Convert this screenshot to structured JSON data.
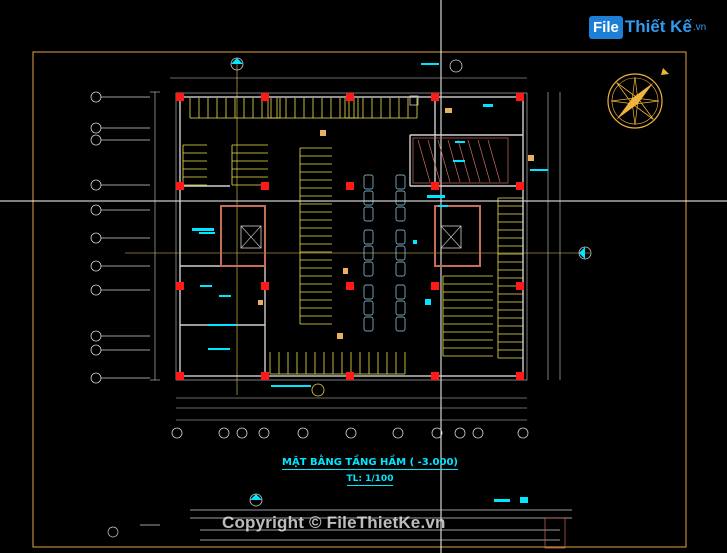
{
  "logo": {
    "box": "File",
    "main": "Thiết Kế",
    "domain": ".vn"
  },
  "drawing": {
    "title": "MẶT BẰNG TẦNG HẦM ( -3.000)",
    "scale": "TL: 1/100"
  },
  "watermark": "Copyright © FileThietKe.vn",
  "colors": {
    "background": "#000000",
    "frame": "#e8a24a",
    "wall": "#cfcfcf",
    "parking": "#f2e44a",
    "cyan": "#00e6ff",
    "column": "#ff1a1a",
    "core": "#c86c5a",
    "compass": "#f0b43c"
  },
  "icons": [
    "compass-rose-icon",
    "north-arrow-icon"
  ]
}
